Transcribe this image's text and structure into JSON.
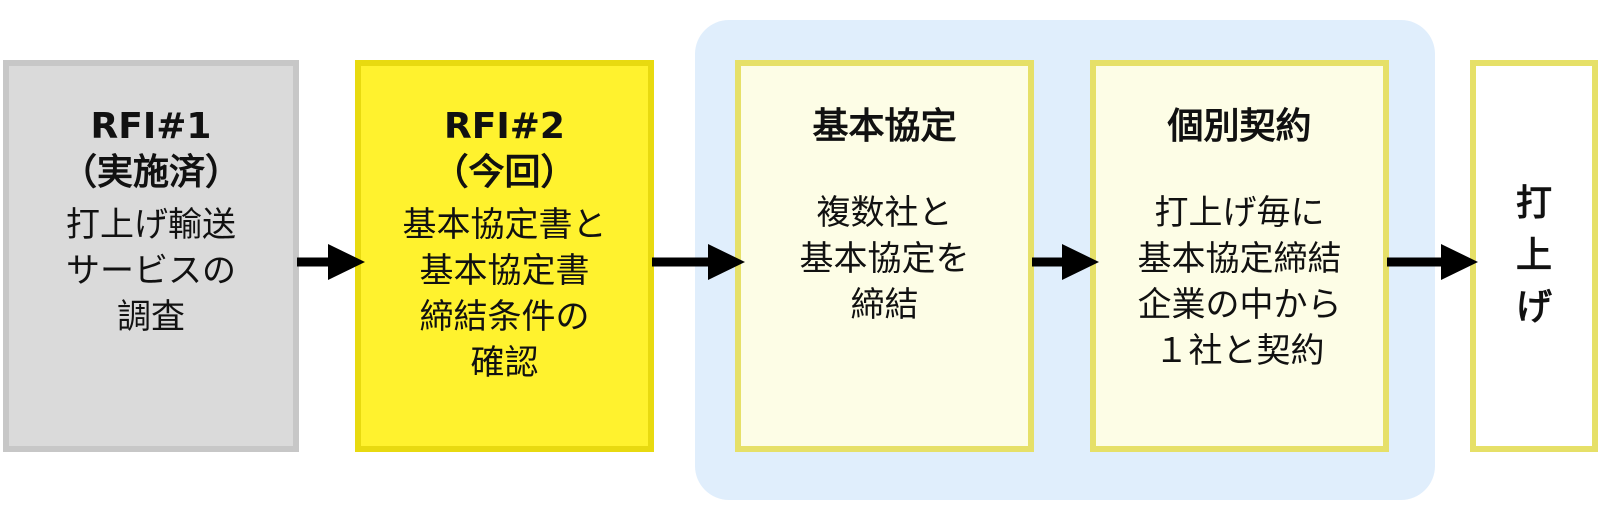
{
  "steps": [
    {
      "title": "RFI#1\n（実施済）",
      "body": "打上げ輸送\nサービスの\n調査"
    },
    {
      "title": "RFI#2\n（今回）",
      "body": "基本協定書と\n基本協定書\n締結条件の\n確認"
    },
    {
      "title": "基本協定",
      "body": "複数社と\n基本協定を\n締結"
    },
    {
      "title": "個別契約",
      "body": "打上げ毎に\n基本協定締結\n企業の中から\n１社と契約"
    },
    {
      "title": "打\n上\nげ"
    }
  ],
  "colors": {
    "done_fill": "#dadada",
    "current_fill": "#fff22e",
    "future_fill": "#fdfde6",
    "group_bg": "#e0eefc",
    "arrow": "#000000"
  }
}
